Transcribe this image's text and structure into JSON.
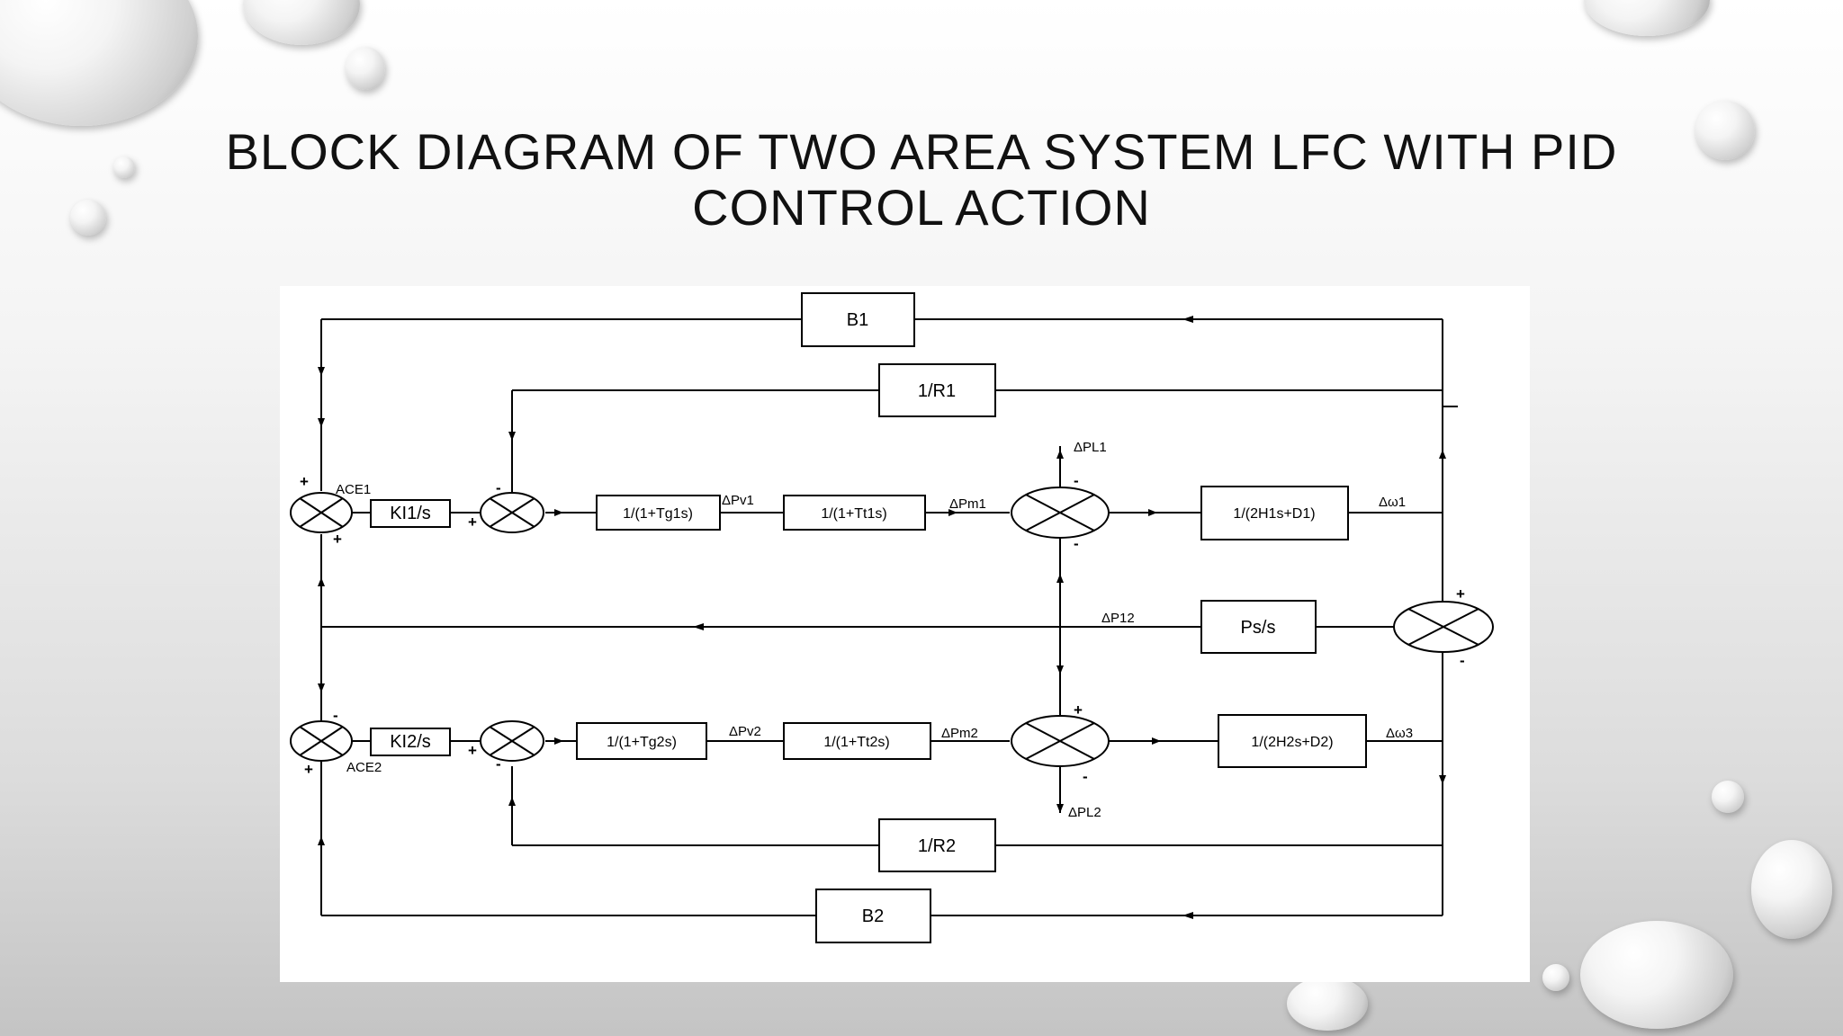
{
  "slide": {
    "title_line1": "BLOCK DIAGRAM OF TWO AREA SYSTEM LFC WITH PID",
    "title_line2": "CONTROL ACTION"
  },
  "blocks": {
    "b1": "B1",
    "inv_r1": "1/R1",
    "ki1": "KI1/s",
    "gov1": "1/(1+Tg1s)",
    "turb1": "1/(1+Tt1s)",
    "gen1": "1/(2H1s+D1)",
    "ps": "Ps/s",
    "ki2": "KI2/s",
    "gov2": "1/(1+Tg2s)",
    "turb2": "1/(1+Tt2s)",
    "gen2": "1/(2H2s+D2)",
    "inv_r2": "1/R2",
    "b2": "B2"
  },
  "signals": {
    "ace1": "ACE1",
    "ace2": "ACE2",
    "dpv1": "ΔPv1",
    "dpm1": "ΔPm1",
    "dw1": "Δω1",
    "dpl1": "ΔPL1",
    "dp12": "ΔP12",
    "dpv2": "ΔPv2",
    "dpm2": "ΔPm2",
    "dw2": "Δω3",
    "dpl2": "ΔPL2"
  },
  "signs": {
    "plus": "+",
    "minus": "-"
  }
}
